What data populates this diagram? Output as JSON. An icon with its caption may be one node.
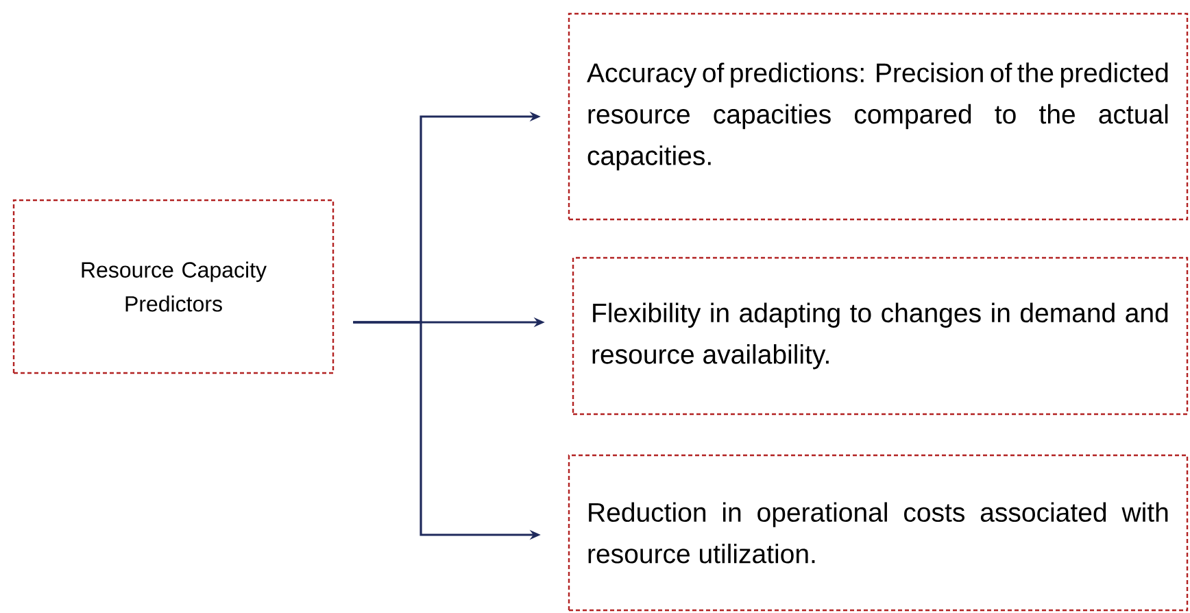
{
  "diagram": {
    "nodes": [
      {
        "text": [
          "Resource Capacity Predictors"
        ]
      },
      {
        "text": [
          "Accuracy of predictions: Precision of the predicted resource capacities compared to the actual capacities."
        ]
      },
      {
        "text": [
          "Flexibility in adapting to changes in demand and resource availability."
        ]
      },
      {
        "text": [
          "Reduction in operational costs associated with resource utilization."
        ]
      }
    ],
    "edges": [
      {
        "from": 0,
        "to": 1,
        "arrow": "to"
      },
      {
        "from": 0,
        "to": 2,
        "arrow": "to"
      },
      {
        "from": 0,
        "to": 3,
        "arrow": "to"
      }
    ]
  }
}
